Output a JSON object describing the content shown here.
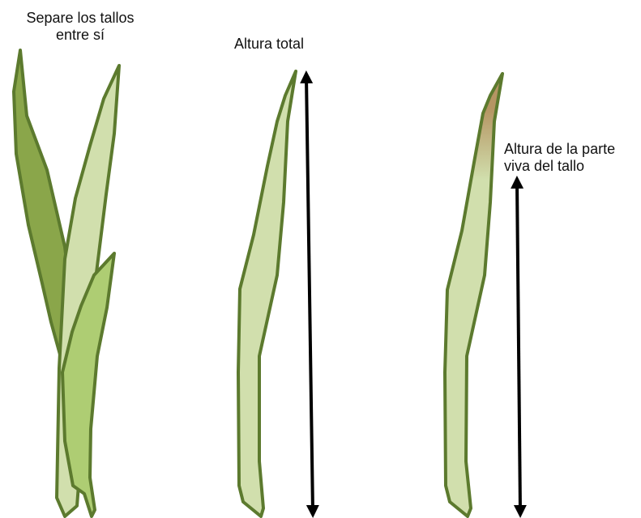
{
  "labels": {
    "separate_stems_line1": "Separe los tallos",
    "separate_stems_line2": "entre sí",
    "total_height": "Altura total",
    "live_height_line1": "Altura de la parte",
    "live_height_line2": "viva del tallo"
  },
  "colors": {
    "leaf_dark": "#8aa64a",
    "leaf_light": "#d1dfad",
    "leaf_mid": "#aecd73",
    "leaf_outline": "#5c7a2e",
    "dead_tip": "#b59563",
    "arrow": "#000000",
    "text": "#111111"
  }
}
